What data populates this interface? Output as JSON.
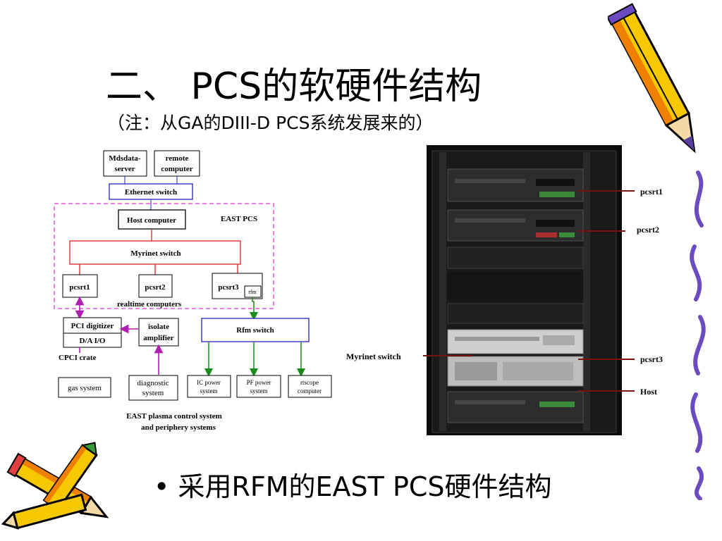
{
  "slide": {
    "title": "二、 PCS的软硬件结构",
    "subtitle": "（注：从GA的DIII-D PCS系统发展来的）",
    "bullet": "• 采用RFM的EAST PCS硬件结构"
  },
  "diagram": {
    "mdsdata_server": [
      "Mdsdata-",
      "server"
    ],
    "remote_computer": [
      "remote",
      "computer"
    ],
    "ethernet_switch": "Ethernet switch",
    "east_pcs": "EAST PCS",
    "host_computer": "Host computer",
    "myrinet_switch": "Myrinet switch",
    "pcsrt1": "pcsrt1",
    "pcsrt2": "pcsrt2",
    "pcsrt3": "pcsrt3",
    "rfm": "rfm",
    "realtime_computers": "realtime computers",
    "pci_digitizer": "PCI digitizer",
    "da_io": "D/A  I/O",
    "cpci_crate": "CPCI crate",
    "isolate_amplifier": [
      "isolate",
      "amplifier"
    ],
    "rfm_switch": "Rfm switch",
    "gas_system": "gas system",
    "diagnostic_system": [
      "diagnostic",
      "system"
    ],
    "ic_power_system": [
      "IC power",
      "system"
    ],
    "pf_power_system": [
      "PF power",
      "system"
    ],
    "rtscope_computer": [
      "rtscope",
      "computer"
    ],
    "caption": [
      "EAST plasma control system",
      "and periphery systems"
    ]
  },
  "rack_photo": {
    "labels": {
      "pcsrt1": "pcsrt1",
      "pcsrt2": "pcsrt2",
      "pcsrt3": "pcsrt3",
      "host": "Host",
      "myrinet_switch": "Myrinet switch"
    }
  },
  "colors": {
    "blue_box": "#2020c0",
    "red_box": "#e02020",
    "magenta_dashed": "#e030e0",
    "green_arrow": "#1a8a1a",
    "purple_arrow": "#b020b0",
    "pointer": "#7a1010",
    "pencil_yellow": "#f5c800",
    "pencil_orange": "#f08000"
  },
  "icons": [
    "pencil-icon",
    "pencil-cluster-icon",
    "squiggle-border-icon"
  ]
}
